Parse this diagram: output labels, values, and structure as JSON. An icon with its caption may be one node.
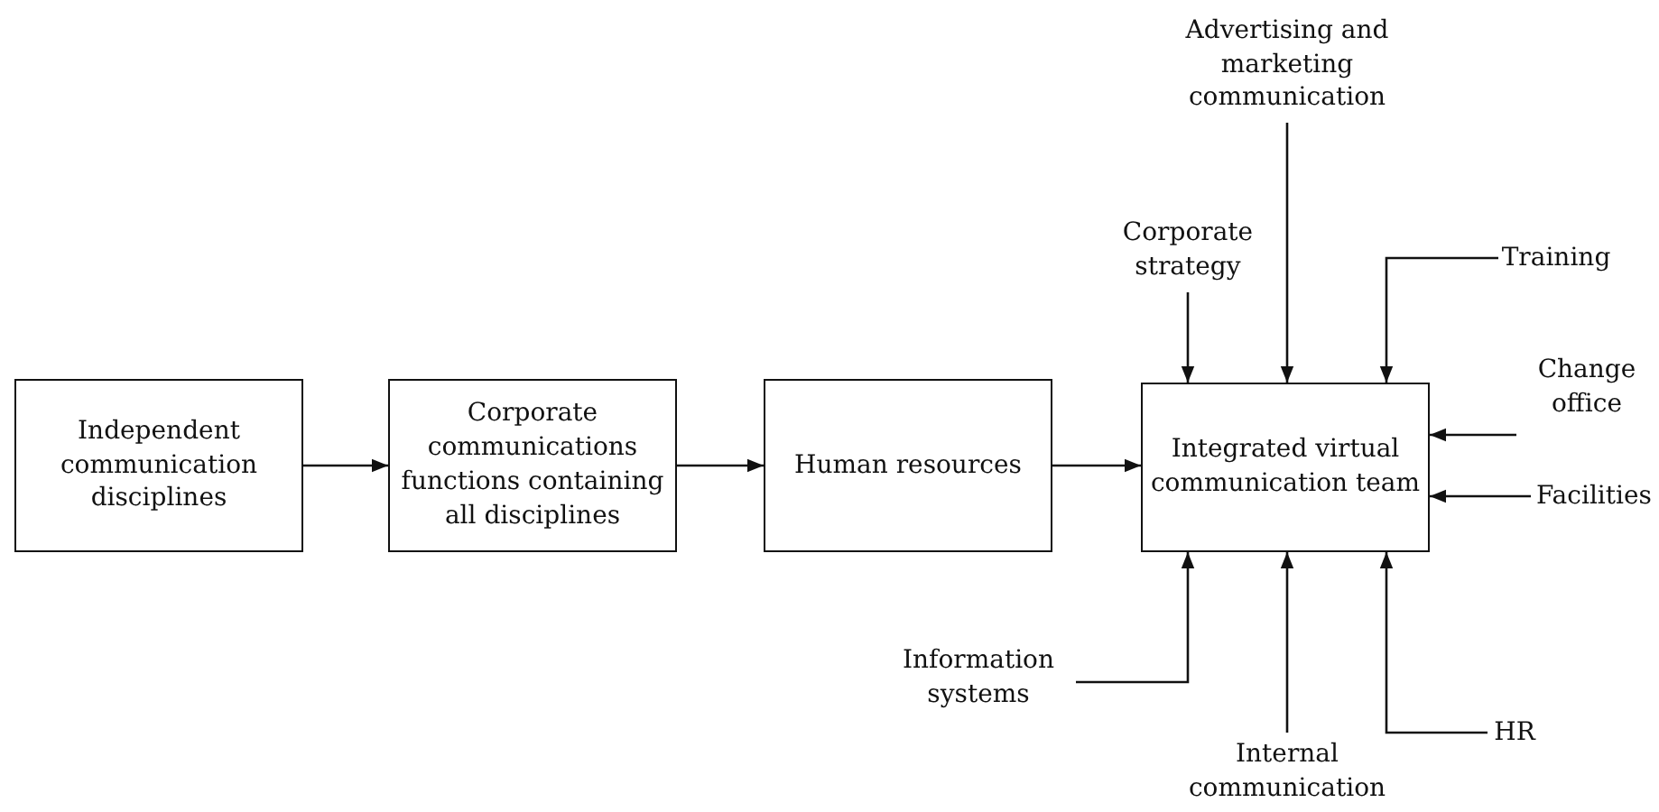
{
  "diagram": {
    "nodes": [
      {
        "text": [
          "Independent communication disciplines"
        ]
      },
      {
        "text": [
          "Corporate communications functions containing all disciplines"
        ]
      },
      {
        "text": [
          "Human resources"
        ]
      },
      {
        "text": [
          "Integrated virtual communication team"
        ]
      },
      {
        "text": [
          "Corporate strategy"
        ]
      },
      {
        "text": [
          "Advertising and marketing communication"
        ]
      },
      {
        "text": [
          "Training"
        ]
      },
      {
        "text": [
          "Change office"
        ]
      },
      {
        "text": [
          "Facilities"
        ]
      },
      {
        "text": [
          "Information systems"
        ]
      },
      {
        "text": [
          "Internal communication"
        ]
      },
      {
        "text": [
          "HR"
        ]
      }
    ],
    "edges": [
      {
        "from": 0,
        "to": 1,
        "arrow": "to"
      },
      {
        "from": 1,
        "to": 2,
        "arrow": "to"
      },
      {
        "from": 2,
        "to": 3,
        "arrow": "to"
      },
      {
        "from": 4,
        "to": 3,
        "arrow": "to"
      },
      {
        "from": 5,
        "to": 3,
        "arrow": "to"
      },
      {
        "from": 6,
        "to": 3,
        "arrow": "to"
      },
      {
        "from": 7,
        "to": 3,
        "arrow": "to"
      },
      {
        "from": 8,
        "to": 3,
        "arrow": "to"
      },
      {
        "from": 9,
        "to": 3,
        "arrow": "to"
      },
      {
        "from": 10,
        "to": 3,
        "arrow": "to"
      },
      {
        "from": 11,
        "to": 3,
        "arrow": "to"
      }
    ]
  }
}
